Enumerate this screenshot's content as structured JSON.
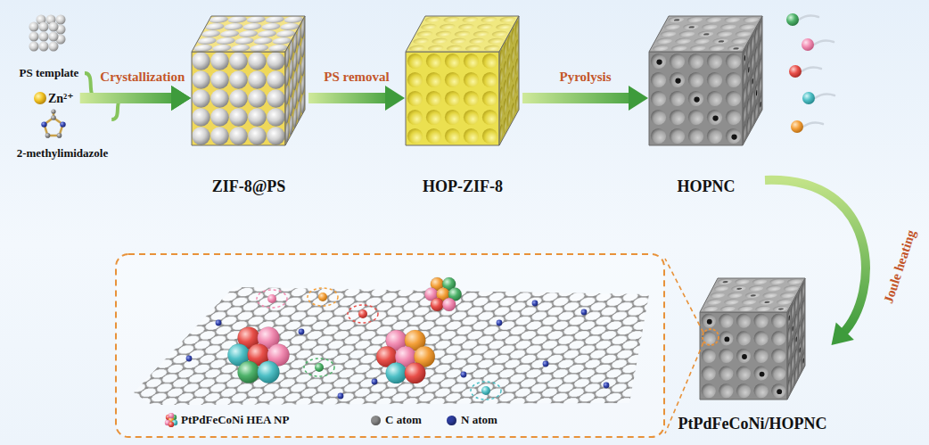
{
  "diagram": {
    "nodes": [
      {
        "text": [
          "PS template"
        ]
      },
      {
        "text": [
          "Zn²⁺"
        ]
      },
      {
        "text": [
          "2-methylimidazole"
        ]
      },
      {
        "text": [
          "ZIF-8@PS"
        ]
      },
      {
        "text": [
          "HOP-ZIF-8"
        ]
      },
      {
        "text": [
          "HOPNC"
        ]
      },
      {
        "text": [
          "PtPdFeCoNi/HOPNC"
        ]
      }
    ],
    "edges": [
      {
        "from": 0,
        "to": 3,
        "arrow": "to"
      },
      {
        "from": 1,
        "to": 3,
        "label": "Crystallization",
        "arrow": "to"
      },
      {
        "from": 2,
        "to": 3,
        "arrow": "to"
      },
      {
        "from": 3,
        "to": 4,
        "label": "PS removal",
        "arrow": "to"
      },
      {
        "from": 4,
        "to": 5,
        "label": "Pyrolysis",
        "arrow": "to"
      },
      {
        "from": 5,
        "to": 6,
        "label": "Joule heating",
        "arrow": "to"
      }
    ],
    "legend": [
      {
        "text": "PtPdFeCoNi HEA NP"
      },
      {
        "text": "C atom",
        "color": "#8a8a8a"
      },
      {
        "text": "N atom",
        "color": "#2d3d9e"
      }
    ]
  }
}
